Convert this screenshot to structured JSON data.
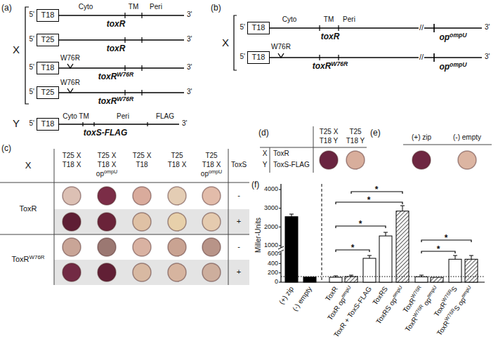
{
  "diagram": {
    "nodes": [
      {
        "text": [
          "T18"
        ]
      },
      {
        "text": [
          "T25"
        ]
      },
      {
        "text": [
          "T18"
        ]
      },
      {
        "text": [
          "T25"
        ]
      },
      {
        "text": [
          "T18"
        ]
      },
      {
        "text": [
          "T18"
        ]
      },
      {
        "text": [
          "T18"
        ]
      }
    ],
    "labels": [
      "(a)",
      "X",
      "Cyto",
      "TM",
      "Peri",
      "5'",
      "toxR",
      "3'",
      "5'",
      "toxR",
      "3'",
      "W76R",
      "5'",
      "toxR",
      "W76R",
      "3'",
      "W76R",
      "5'",
      "toxR",
      "W76R",
      "3'",
      "Y",
      "Cyto TM",
      "Peri",
      "FLAG",
      "5'",
      "toxS-FLAG",
      "3'",
      "(b)",
      "X",
      "Cyto",
      "TM",
      "Peri",
      "5'",
      "toxR",
      "//",
      "op",
      "ompU",
      "3'",
      "W76R",
      "5'",
      "toxR",
      "W76R",
      "//",
      "op",
      "ompU",
      "3'",
      "(c)",
      "X",
      "T25 X",
      "T18 X",
      "T25 X",
      "T18 X",
      "op",
      "ompU",
      "T25 X",
      "T18",
      "T25",
      "T18 X",
      "T25",
      "T18 X",
      "op",
      "ompU",
      "ToxS",
      "ToxR",
      "-",
      "+",
      "ToxR",
      "W76R",
      "-",
      "+",
      "(d)",
      "T25 X",
      "T18 Y",
      "T25",
      "T18 Y",
      "X",
      "ToxR",
      "Y",
      "ToxS-FLAG",
      "(e)",
      "(+) zip",
      "(-) empty",
      "(f)",
      "Miller-Units",
      "4000",
      "3000",
      "2000",
      "1000",
      "600",
      "400",
      "200",
      "0",
      "*",
      "*",
      "*",
      "*",
      "*",
      "*",
      "(+) zip",
      "(-) empty",
      "ToxR",
      "ToxR",
      "op",
      "ompU",
      "ToxR + ToxS-FLAG",
      "ToxRS",
      "ToxRS",
      "op",
      "ompU",
      "ToxR",
      "W76R",
      "ToxR",
      "W76R",
      "op",
      "ompU",
      "ToxR",
      "W76R",
      "S",
      "ToxR",
      "W76R",
      "S",
      "op",
      "ompU"
    ]
  }
}
